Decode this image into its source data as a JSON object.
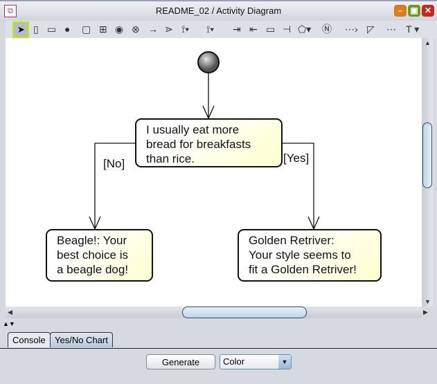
{
  "window": {
    "title": "README_02 / Activity Diagram",
    "app_icon": "activity-diagram-icon"
  },
  "toolbar": {
    "tools": [
      "select",
      "swimlane-vertical",
      "swimlane-horizontal",
      "initial-node",
      "action",
      "call-behavior",
      "final-node",
      "flow-final",
      "control-flow",
      "fork",
      "decision",
      "merge",
      "send-signal",
      "accept-signal",
      "object",
      "fork-bar",
      "input-pin",
      "note-n",
      "object-flow",
      "note",
      "anchor",
      "text"
    ]
  },
  "diagram": {
    "nodes": [
      {
        "id": "question",
        "text": "I usually eat more\nbread for breakfasts\nthan rice."
      },
      {
        "id": "no",
        "text": "Beagle!: Your\nbest choice is\na beagle dog!"
      },
      {
        "id": "yes",
        "text": "Golden Retriver:\nYour style seems to\nfit a Golden Retriver!"
      }
    ],
    "guards": {
      "no": "[No]",
      "yes": "[Yes]"
    }
  },
  "scroll": {
    "vertical_position_percent": 35,
    "horizontal_position_percent": 55
  },
  "tabs": [
    {
      "label": "Console",
      "active": false
    },
    {
      "label": "Yes/No Chart",
      "active": true
    }
  ],
  "panel": {
    "generate_label": "Generate",
    "combo_value": "Color"
  },
  "colors": {
    "node_fill": "#ffffd0",
    "selection": "#b5f000",
    "scroll_thumb": "#bcd3e8"
  }
}
